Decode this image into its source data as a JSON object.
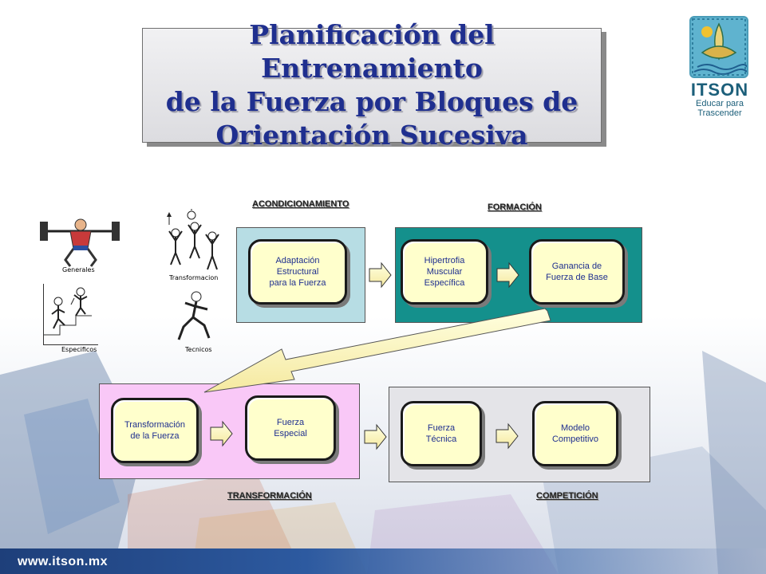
{
  "title": "Planificación del Entrenamiento\nde la Fuerza por Bloques de\nOrientación Sucesiva",
  "logo": {
    "name": "ITSON",
    "tagline": "Educar para\nTrascender"
  },
  "phases": {
    "acondicionamiento": "ACONDICIONAMIENTO",
    "formacion": "FORMACIÓN",
    "transformacion": "TRANSFORMACIÓN",
    "competicion": "COMPETICIÓN"
  },
  "nodes": {
    "adaptacion": "Adaptación\nEstructural\npara la Fuerza",
    "hipertrofia": "Hipertrofia\nMuscular\nEspecífica",
    "ganancia": "Ganancia de\nFuerza de Base",
    "transformacion": "Transformación\nde la Fuerza",
    "especial": "Fuerza\nEspecial",
    "tecnica": "Fuerza\nTécnica",
    "modelo": "Modelo\nCompetitivo"
  },
  "figures": {
    "generales": "Generales",
    "transformacion": "Transformacion",
    "especificos": "Especificos",
    "tecnicos": "Tecnicos"
  },
  "footer": {
    "url": "www.itson.mx"
  },
  "colors": {
    "title_text": "#1f2f8f",
    "node_fill": "#ffffcc",
    "acondicionamiento_panel": "#b7dde4",
    "formacion_panel": "#14908c",
    "transformacion_panel": "#f9c8f7",
    "competicion_panel": "#e4e4e8"
  }
}
